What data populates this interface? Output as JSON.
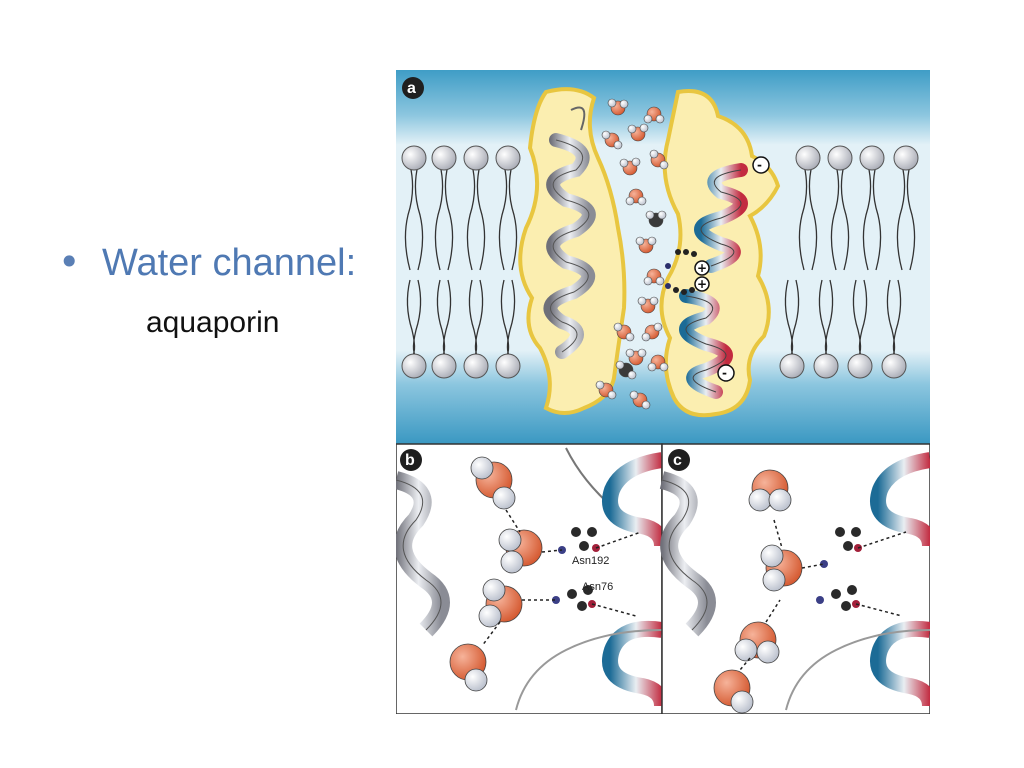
{
  "slide": {
    "bullet": "Water channel:",
    "subtext": "aquaporin"
  },
  "figure": {
    "panels": [
      {
        "id": "a",
        "label": "a"
      },
      {
        "id": "b",
        "label": "b"
      },
      {
        "id": "c",
        "label": "c"
      }
    ],
    "residues": [
      {
        "label": "Asn192"
      },
      {
        "label": "Asn76"
      }
    ],
    "charges": {
      "negative": "-",
      "positive": "+"
    }
  },
  "colors": {
    "bullet_blue": "#4f79b3",
    "water_blue_top": "#3e9cc4",
    "water_blue_mid": "#d7ecf4",
    "protein_yellow": "#fbeeb0",
    "protein_outline": "#e8c640",
    "oxygen": "#e0704a",
    "hydrogen": "#d8dde6"
  }
}
